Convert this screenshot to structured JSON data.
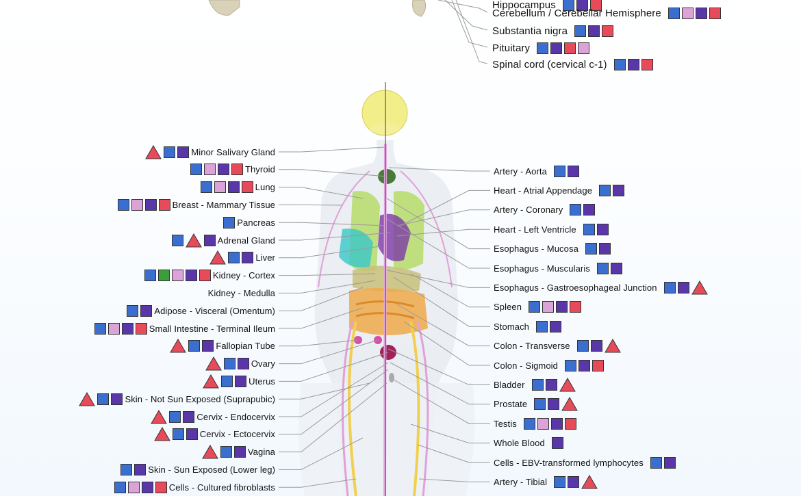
{
  "colors": {
    "blue": "#3a6fd0",
    "purple": "#5a37a8",
    "pink": "#dba3d8",
    "red": "#e74b5a",
    "green": "#3d9d3c",
    "triangle": "#e74b5a"
  },
  "top_labels": [
    {
      "label": "Hippocampus",
      "marks": [
        "blue",
        "purple",
        "red"
      ]
    },
    {
      "label": "Cerebellum / Cerebellar Hemisphere",
      "marks": [
        "blue",
        "pink",
        "purple",
        "red"
      ]
    },
    {
      "label": "Substantia nigra",
      "marks": [
        "blue",
        "purple",
        "red"
      ]
    },
    {
      "label": "Pituitary",
      "marks": [
        "blue",
        "purple",
        "red",
        "pink"
      ]
    },
    {
      "label": "Spinal cord (cervical c-1)",
      "marks": [
        "blue",
        "purple",
        "red"
      ]
    }
  ],
  "left_labels": [
    {
      "label": "Minor Salivary Gland",
      "marks": [
        "triangle",
        "blue",
        "purple"
      ]
    },
    {
      "label": "Thyroid",
      "marks": [
        "blue",
        "pink",
        "purple",
        "red"
      ]
    },
    {
      "label": "Lung",
      "marks": [
        "blue",
        "pink",
        "purple",
        "red"
      ]
    },
    {
      "label": "Breast - Mammary Tissue",
      "marks": [
        "blue",
        "pink",
        "purple",
        "red"
      ]
    },
    {
      "label": "Pancreas",
      "marks": [
        "blue"
      ]
    },
    {
      "label": "Adrenal Gland",
      "marks": [
        "blue",
        "triangle",
        "purple"
      ]
    },
    {
      "label": "Liver",
      "marks": [
        "triangle",
        "blue",
        "purple"
      ]
    },
    {
      "label": "Kidney - Cortex",
      "marks": [
        "blue",
        "green",
        "pink",
        "purple",
        "red"
      ]
    },
    {
      "label": "Kidney - Medulla",
      "marks": []
    },
    {
      "label": "Adipose - Visceral (Omentum)",
      "marks": [
        "blue",
        "purple"
      ]
    },
    {
      "label": "Small Intestine - Terminal Ileum",
      "marks": [
        "blue",
        "pink",
        "purple",
        "red"
      ]
    },
    {
      "label": "Fallopian Tube",
      "marks": [
        "triangle",
        "blue",
        "purple"
      ]
    },
    {
      "label": "Ovary",
      "marks": [
        "triangle",
        "blue",
        "purple"
      ]
    },
    {
      "label": "Uterus",
      "marks": [
        "triangle",
        "blue",
        "purple"
      ]
    },
    {
      "label": "Skin - Not Sun Exposed (Suprapubic)",
      "marks": [
        "triangle",
        "blue",
        "purple"
      ]
    },
    {
      "label": "Cervix - Endocervix",
      "marks": [
        "triangle",
        "blue",
        "purple"
      ]
    },
    {
      "label": "Cervix - Ectocervix",
      "marks": [
        "triangle",
        "blue",
        "purple"
      ]
    },
    {
      "label": "Vagina",
      "marks": [
        "triangle",
        "blue",
        "purple"
      ]
    },
    {
      "label": "Skin - Sun Exposed (Lower leg)",
      "marks": [
        "blue",
        "purple"
      ]
    },
    {
      "label": "Cells - Cultured fibroblasts",
      "marks": [
        "blue",
        "pink",
        "purple",
        "red"
      ]
    }
  ],
  "right_labels": [
    {
      "label": "Artery - Aorta",
      "marks": [
        "blue",
        "purple"
      ]
    },
    {
      "label": "Heart - Atrial Appendage",
      "marks": [
        "blue",
        "purple"
      ]
    },
    {
      "label": "Artery - Coronary",
      "marks": [
        "blue",
        "purple"
      ]
    },
    {
      "label": "Heart - Left Ventricle",
      "marks": [
        "blue",
        "purple"
      ]
    },
    {
      "label": "Esophagus - Mucosa",
      "marks": [
        "blue",
        "purple"
      ]
    },
    {
      "label": "Esophagus - Muscularis",
      "marks": [
        "blue",
        "purple"
      ]
    },
    {
      "label": "Esophagus - Gastroesophageal Junction",
      "marks": [
        "blue",
        "purple",
        "triangle"
      ]
    },
    {
      "label": "Spleen",
      "marks": [
        "blue",
        "pink",
        "purple",
        "red"
      ]
    },
    {
      "label": "Stomach",
      "marks": [
        "blue",
        "purple"
      ]
    },
    {
      "label": "Colon - Transverse",
      "marks": [
        "blue",
        "purple",
        "triangle"
      ]
    },
    {
      "label": "Colon - Sigmoid",
      "marks": [
        "blue",
        "purple",
        "red"
      ]
    },
    {
      "label": "Bladder",
      "marks": [
        "blue",
        "purple",
        "triangle"
      ]
    },
    {
      "label": "Prostate",
      "marks": [
        "blue",
        "purple",
        "triangle"
      ]
    },
    {
      "label": "Testis",
      "marks": [
        "blue",
        "pink",
        "purple",
        "red"
      ]
    },
    {
      "label": "Whole Blood",
      "marks": [
        "purple"
      ]
    },
    {
      "label": "Cells - EBV-transformed lymphocytes",
      "marks": [
        "blue",
        "purple"
      ]
    },
    {
      "label": "Artery - Tibial",
      "marks": [
        "blue",
        "purple",
        "triangle"
      ]
    }
  ]
}
